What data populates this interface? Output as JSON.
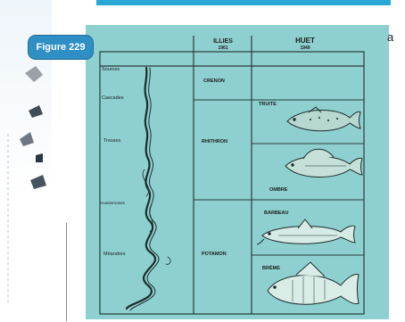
{
  "figure": {
    "badge": "Figure 229",
    "side_letter": "a"
  },
  "columns": {
    "illies_name": "ILLIES",
    "illies_year": "1961",
    "huet_name": "HUET",
    "huet_year": "1949"
  },
  "river_sections": [
    "Sources",
    "Cascades",
    "Tresses",
    "Anastomoses",
    "Méandres"
  ],
  "zones": [
    "CRENON",
    "RHITHRON",
    "POTAMON"
  ],
  "fish_zones": [
    "TRUITE",
    "OMBRE",
    "BARBEAU",
    "BRÈME"
  ],
  "icons": [
    "river-course-icon",
    "trout-icon",
    "grayling-icon",
    "barbel-icon",
    "bream-icon"
  ],
  "colors": {
    "panel": "#8ed0d0",
    "badge": "#2f8fc4",
    "lines": "#2a3a3a"
  }
}
